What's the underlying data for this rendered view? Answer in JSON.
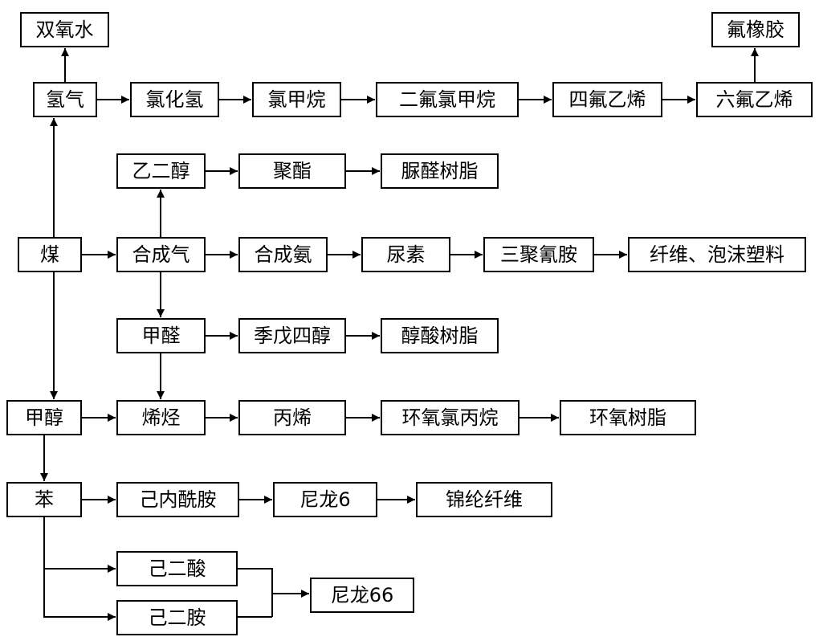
{
  "diagram": {
    "nodes": {
      "h2o2": "双氧水",
      "fkm": "氟橡胶",
      "h2": "氢气",
      "hcl": "氯化氢",
      "ch3cl": "氯甲烷",
      "r22": "二氟氯甲烷",
      "tfe": "四氟乙烯",
      "hfp": "六氟乙烯",
      "eg": "乙二醇",
      "polyester": "聚酯",
      "ufr": "脲醛树脂",
      "coal": "煤",
      "syngas": "合成气",
      "nh3": "合成氨",
      "urea": "尿素",
      "melamine": "三聚氰胺",
      "foam": "纤维、泡沫塑料",
      "hcho": "甲醛",
      "penta": "季戊四醇",
      "alkyd": "醇酸树脂",
      "meoh": "甲醇",
      "olefin": "烯烃",
      "propene": "丙烯",
      "ech": "环氧氯丙烷",
      "epoxy": "环氧树脂",
      "benzene": "苯",
      "capro": "己内酰胺",
      "ny6": "尼龙6",
      "fiber": "锦纶纤维",
      "adipic": "己二酸",
      "hmda": "己二胺",
      "ny66": "尼龙66"
    },
    "edges": [
      [
        "h2",
        "h2o2"
      ],
      [
        "h2",
        "hcl"
      ],
      [
        "hcl",
        "ch3cl"
      ],
      [
        "ch3cl",
        "r22"
      ],
      [
        "r22",
        "tfe"
      ],
      [
        "tfe",
        "hfp"
      ],
      [
        "hfp",
        "fkm"
      ],
      [
        "coal",
        "h2"
      ],
      [
        "coal",
        "syngas"
      ],
      [
        "coal",
        "meoh"
      ],
      [
        "syngas",
        "eg"
      ],
      [
        "eg",
        "polyester"
      ],
      [
        "polyester",
        "ufr"
      ],
      [
        "syngas",
        "nh3"
      ],
      [
        "nh3",
        "urea"
      ],
      [
        "urea",
        "melamine"
      ],
      [
        "melamine",
        "foam"
      ],
      [
        "syngas",
        "hcho"
      ],
      [
        "hcho",
        "penta"
      ],
      [
        "penta",
        "alkyd"
      ],
      [
        "hcho",
        "olefin"
      ],
      [
        "meoh",
        "olefin"
      ],
      [
        "olefin",
        "propene"
      ],
      [
        "propene",
        "ech"
      ],
      [
        "ech",
        "epoxy"
      ],
      [
        "meoh",
        "benzene"
      ],
      [
        "benzene",
        "capro"
      ],
      [
        "capro",
        "ny6"
      ],
      [
        "ny6",
        "fiber"
      ],
      [
        "benzene",
        "adipic"
      ],
      [
        "benzene",
        "hmda"
      ],
      [
        "adipic",
        "ny66"
      ],
      [
        "hmda",
        "ny66"
      ]
    ]
  }
}
